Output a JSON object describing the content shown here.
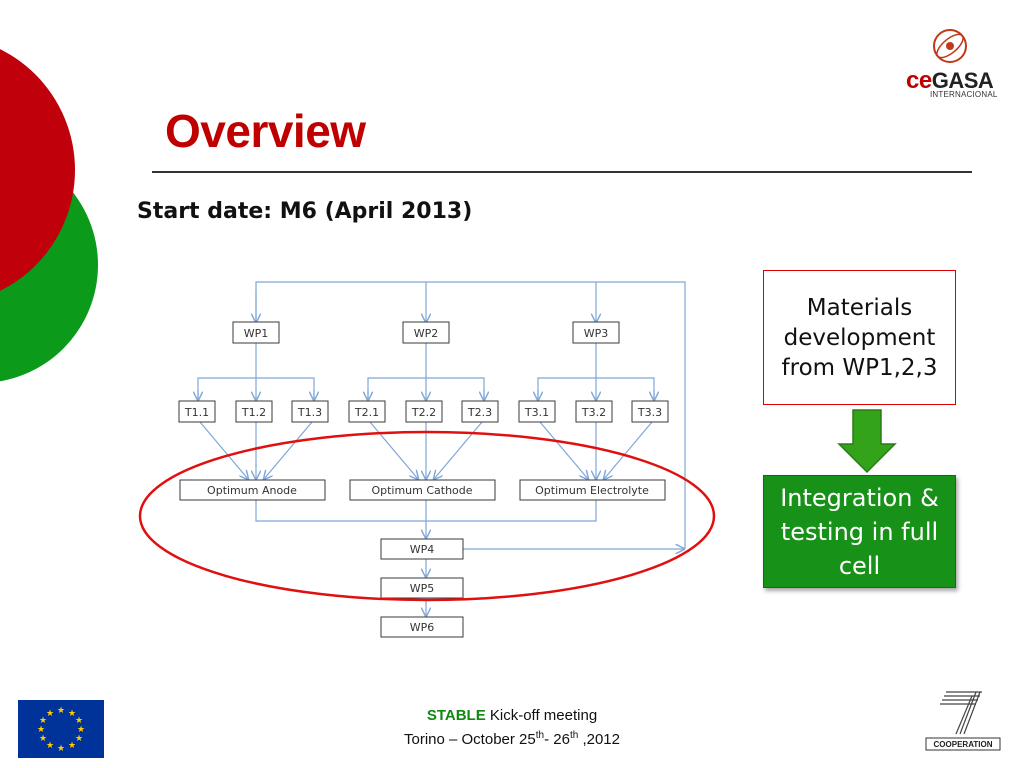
{
  "title": "Overview",
  "subtitle": "Start date: M6 (April 2013)",
  "logo": {
    "prefix": "ce",
    "name": "GASA",
    "subtitle": "INTERNACIONAL"
  },
  "diagram": {
    "wps_top": [
      "WP1",
      "WP2",
      "WP3"
    ],
    "tasks": [
      [
        "T1.1",
        "T1.2",
        "T1.3"
      ],
      [
        "T2.1",
        "T2.2",
        "T2.3"
      ],
      [
        "T3.1",
        "T3.2",
        "T3.3"
      ]
    ],
    "optimum": [
      "Optimum Anode",
      "Optimum Cathode",
      "Optimum Electrolyte"
    ],
    "wps_bottom": [
      "WP4",
      "WP5",
      "WP6"
    ]
  },
  "materials_box": "Materials development from WP1,2,3",
  "integration_box": "Integration & testing in full cell",
  "footer": {
    "project": "STABLE",
    "event": " Kick-off meeting",
    "line2_a": "Torino – October 25",
    "sup1": "th",
    "line2_b": "- 26",
    "sup2": "th",
    "line2_c": " ,2012"
  },
  "cooperation_label": "COOPERATION",
  "colors": {
    "title": "#c00000",
    "accent_red": "#c00000",
    "accent_green": "#179117",
    "connector": "#7ea6d8",
    "eu_blue": "#003399",
    "eu_star": "#ffcc00"
  }
}
